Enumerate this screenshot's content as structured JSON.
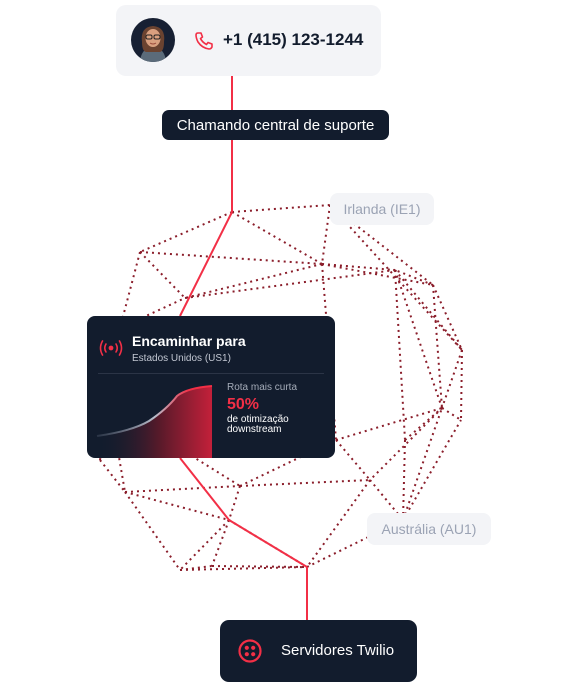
{
  "caller": {
    "phone_number": "+1 (415) 123-1244",
    "avatar_icon": "person-avatar-icon",
    "phone_icon": "phone-icon"
  },
  "calling_label": "Chamando central de suporte",
  "regions": {
    "ireland": "Irlanda (IE1)",
    "australia": "Austrália (AU1)"
  },
  "route": {
    "title": "Encaminhar para",
    "subtitle": "Estados Unidos (US1)",
    "signal_icon": "broadcast-signal-icon",
    "shortest_label": "Rota mais curta",
    "percent": "50%",
    "optimization_text": "de otimização downstream"
  },
  "servers": {
    "label": "Servidores Twilio",
    "icon": "twilio-logo-icon"
  },
  "colors": {
    "accent": "#F22F46",
    "dark": "#121C2D",
    "light_bg": "#F3F4F7",
    "muted_text": "#9BA3B4",
    "mesh": "#8B1E2B"
  }
}
